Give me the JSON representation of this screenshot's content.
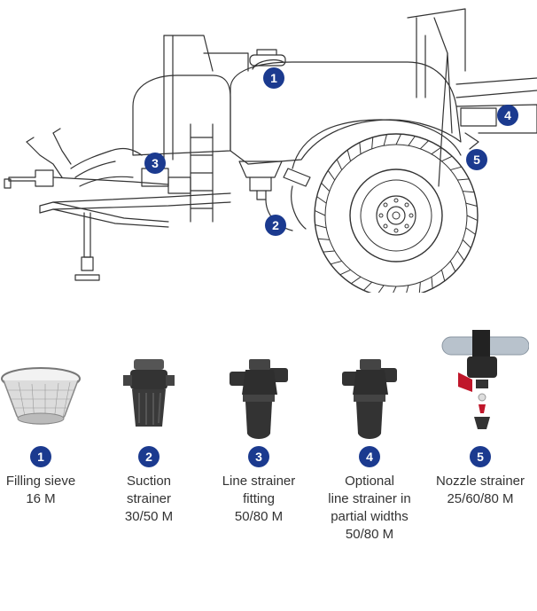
{
  "illustration": {
    "markers": [
      "1",
      "2",
      "3",
      "4",
      "5"
    ]
  },
  "components": [
    {
      "number": "1",
      "name": "Filling sieve",
      "mesh": "16 M",
      "icon": "filling-sieve-icon"
    },
    {
      "number": "2",
      "name": "Suction\nstrainer",
      "mesh": "30/50 M",
      "icon": "suction-strainer-icon"
    },
    {
      "number": "3",
      "name": "Line strainer\nfitting",
      "mesh": "50/80 M",
      "icon": "line-strainer-icon"
    },
    {
      "number": "4",
      "name": "Optional\nline strainer in\npartial widths",
      "mesh": "50/80 M",
      "icon": "line-strainer-icon"
    },
    {
      "number": "5",
      "name": "Nozzle strainer",
      "mesh": "25/60/80 M",
      "icon": "nozzle-strainer-icon"
    }
  ],
  "colors": {
    "badge": "#1b3a8f",
    "line": "#333333"
  }
}
